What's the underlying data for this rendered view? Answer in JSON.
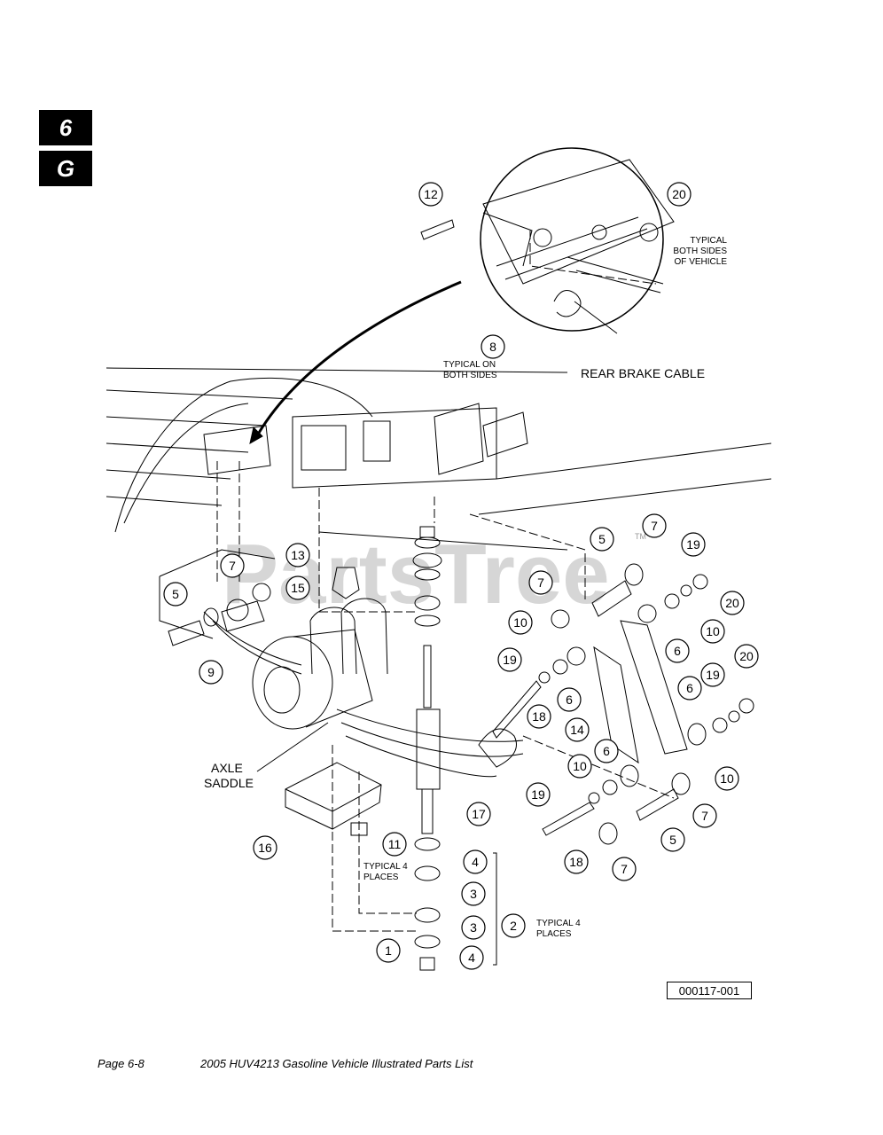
{
  "section_tabs": [
    "6",
    "G"
  ],
  "watermark": "PartsTree",
  "watermark_tm": "TM",
  "callouts": [
    "12",
    "20",
    "8",
    "13",
    "15",
    "7",
    "5",
    "9",
    "5",
    "7",
    "19",
    "20",
    "7",
    "10",
    "10",
    "19",
    "6",
    "18",
    "6",
    "14",
    "6",
    "19",
    "20",
    "10",
    "10",
    "6",
    "19",
    "18",
    "17",
    "16",
    "11",
    "4",
    "3",
    "3",
    "4",
    "1",
    "2",
    "5",
    "7",
    "7"
  ],
  "notes": {
    "both_sides_vehicle": [
      "TYPICAL",
      "BOTH SIDES",
      "OF VEHICLE"
    ],
    "both_sides": [
      "TYPICAL ON",
      "BOTH SIDES"
    ],
    "four_places_a": [
      "TYPICAL 4",
      "PLACES"
    ],
    "four_places_b": [
      "TYPICAL 4",
      "PLACES"
    ]
  },
  "labels": {
    "rear_brake_cable": "REAR BRAKE CABLE",
    "axle_saddle": [
      "AXLE",
      "SADDLE"
    ]
  },
  "figure_id": "000117-001",
  "footer": {
    "page": "Page 6-8",
    "title": "2005 HUV4213 Gasoline Vehicle Illustrated Parts List"
  }
}
